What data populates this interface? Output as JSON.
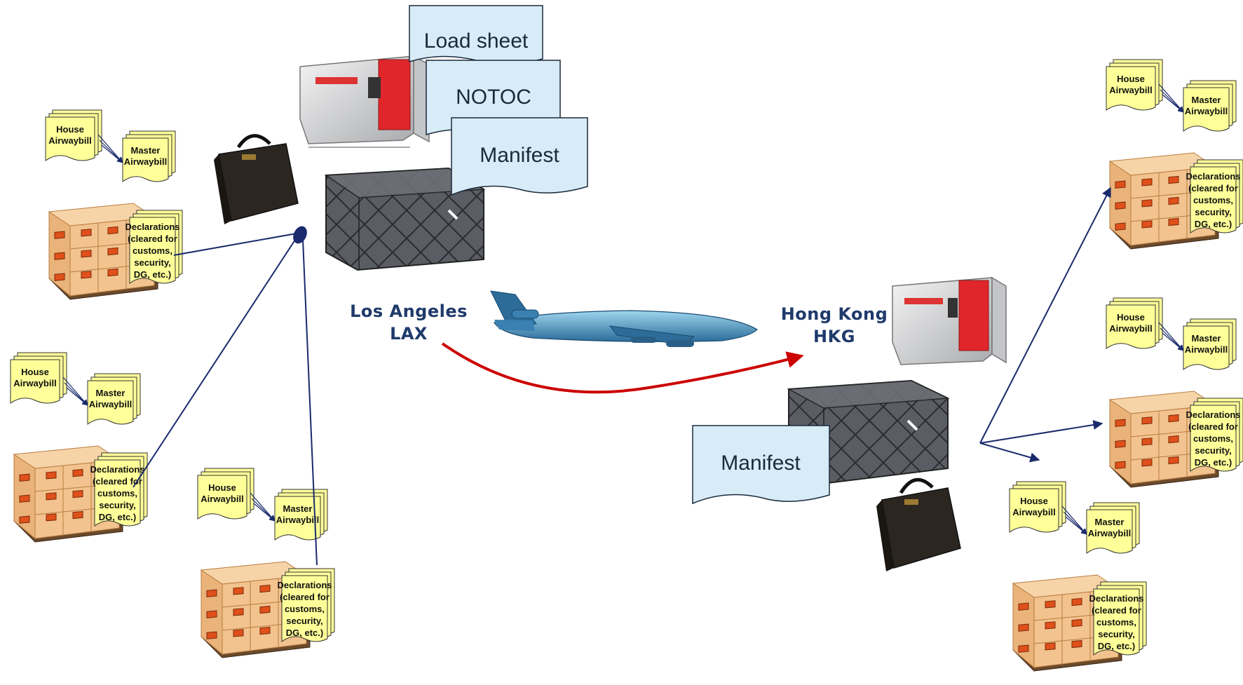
{
  "origin": {
    "city": "Los Angeles",
    "code": "LAX"
  },
  "destination": {
    "city": "Hong Kong",
    "code": "HKG"
  },
  "documents": {
    "load_sheet": "Load sheet",
    "notoc": "NOTOC",
    "manifest": "Manifest",
    "manifest_destination": "Manifest"
  },
  "shipment_docs": {
    "house_line1": "House",
    "house_line2": "Airwaybill",
    "master_line1": "Master",
    "master_line2": "Airwaybill",
    "decl_lines": [
      "Declarations",
      "(cleared for",
      "customs,",
      "security,",
      "DG, etc.)"
    ]
  },
  "colors": {
    "doc_blue": "#d8ecf8",
    "doc_yellow": "#ffff99",
    "arrow_red": "#cc0000",
    "line_navy": "#1a2a6c",
    "box_tan": "#f2c38e",
    "city_text": "#1f3a6b"
  }
}
